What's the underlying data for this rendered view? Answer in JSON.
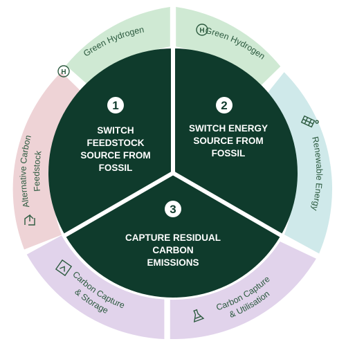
{
  "colors": {
    "core": "#0f3b2c",
    "green": "#cfe9d3",
    "blue": "#cfe9ea",
    "pink": "#eed3d6",
    "purple": "#e1d3eb",
    "text": "#2c5a3f"
  },
  "core": {
    "section1": {
      "number": "1",
      "lines": [
        "SWITCH",
        "FEEDSTOCK",
        "SOURCE FROM",
        "FOSSIL"
      ]
    },
    "section2": {
      "number": "2",
      "lines": [
        "SWITCH ENERGY",
        "SOURCE FROM",
        "FOSSIL"
      ]
    },
    "section3": {
      "number": "3",
      "lines": [
        "CAPTURE RESIDUAL",
        "CARBON",
        "EMISSIONS"
      ]
    }
  },
  "segments": {
    "green_hydrogen_left": {
      "label": "Green Hydrogen",
      "icon": "hydrogen-icon",
      "icon_text": "H"
    },
    "green_hydrogen_right": {
      "label": "Green Hydrogen",
      "icon": "hydrogen-icon",
      "icon_text": "H"
    },
    "renewable_energy": {
      "label": "Renewable Energy",
      "icon": "solar-panel-icon"
    },
    "carbon_capture_utilisation": {
      "line1": "Carbon Capture",
      "line2": "& Utilisation",
      "icon": "flask-icon"
    },
    "carbon_capture_storage": {
      "line1": "Carbon Capture",
      "line2": "& Storage",
      "icon": "storage-icon"
    },
    "alternative_carbon_feedstock": {
      "line1": "Alternative Carbon",
      "line2": "Feedstock",
      "icon": "recycle-icon"
    }
  }
}
